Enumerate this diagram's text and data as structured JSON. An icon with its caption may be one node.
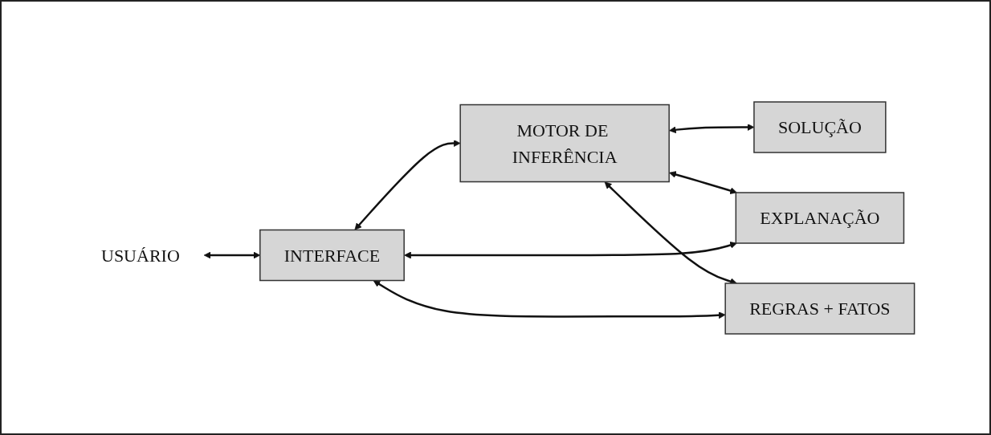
{
  "diagram": {
    "nodes": [
      {
        "text": [
          "USUÁRIO"
        ]
      },
      {
        "text": [
          "INTERFACE"
        ]
      },
      {
        "text": [
          "EXPLANAÇÃO"
        ]
      },
      {
        "text": [
          "MOTOR DE INFERÊNCIA"
        ]
      },
      {
        "text": [
          "SOLUÇÃO"
        ]
      },
      {
        "text": [
          "REGRAS + FATOS"
        ]
      }
    ],
    "edges": [
      {
        "from": 0,
        "to": 1,
        "arrow": "both"
      },
      {
        "from": 1,
        "to": 3,
        "arrow": "both"
      },
      {
        "from": 3,
        "to": 4,
        "arrow": "both"
      },
      {
        "from": 3,
        "to": 2,
        "arrow": "both"
      },
      {
        "from": 3,
        "to": 5,
        "arrow": "both"
      },
      {
        "from": 1,
        "to": 2,
        "arrow": "both"
      },
      {
        "from": 1,
        "to": 5,
        "arrow": "both"
      }
    ]
  }
}
